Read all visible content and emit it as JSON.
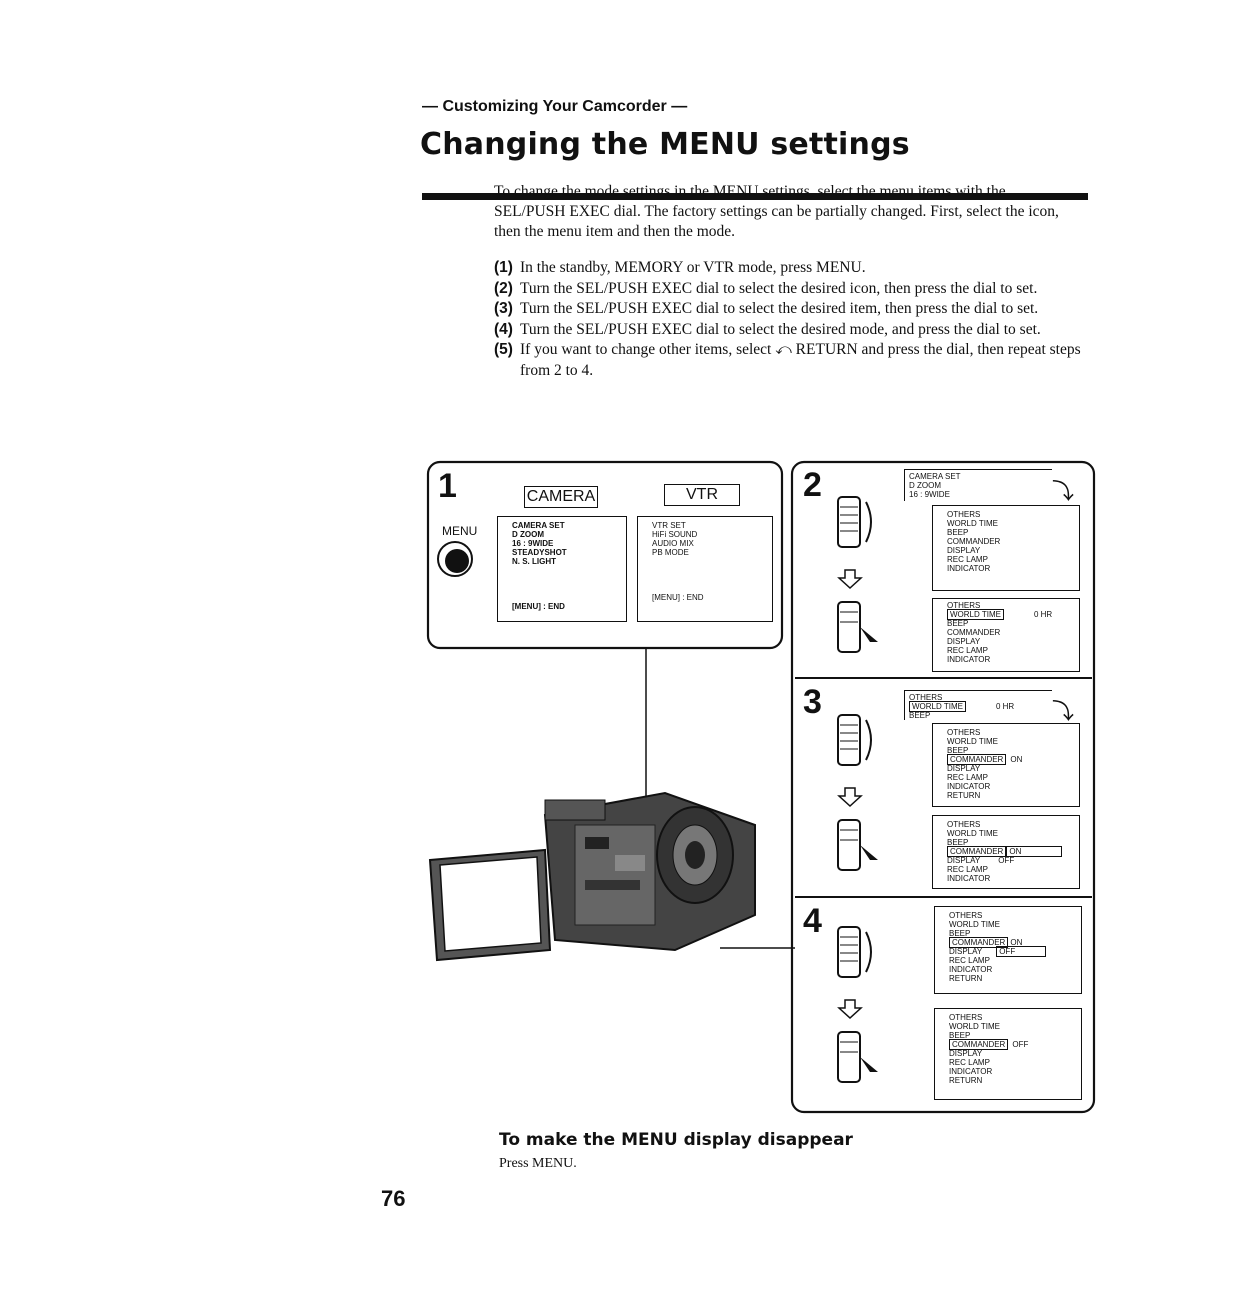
{
  "header": {
    "section": "— Customizing Your Camcorder —",
    "title": "Changing the MENU settings"
  },
  "intro": "To change the mode settings in the MENU settings, select the menu items with the SEL/PUSH EXEC dial. The factory settings can be partially changed. First, select the icon, then the menu item and then the mode.",
  "steps": [
    {
      "num": "(1)",
      "text": "In the standby, MEMORY or VTR mode, press MENU."
    },
    {
      "num": "(2)",
      "text": "Turn the SEL/PUSH EXEC dial to select the desired icon, then press the dial to set."
    },
    {
      "num": "(3)",
      "text": "Turn the SEL/PUSH EXEC dial to select the desired item, then press the dial to set."
    },
    {
      "num": "(4)",
      "text": "Turn the SEL/PUSH EXEC dial to select the desired mode, and press the dial to set."
    },
    {
      "num": "(5)",
      "text": "If you want to change other items, select ⤺ RETURN and press the dial, then repeat steps from 2 to 4."
    }
  ],
  "panel1": {
    "step": "1",
    "menu_label": "MENU",
    "camera_tab": "CAMERA",
    "vtr_tab": "VTR",
    "camera_screen": [
      "CAMERA SET",
      "D ZOOM",
      "16 : 9WIDE",
      "STEADYSHOT",
      "N. S. LIGHT",
      "[MENU] : END"
    ],
    "vtr_screen": [
      "VTR SET",
      "HiFi SOUND",
      "AUDIO MIX",
      "PB MODE",
      "[MENU] : END"
    ]
  },
  "panel2": {
    "step": "2",
    "screen_a": [
      "CAMERA SET",
      "D ZOOM",
      "16 : 9WIDE"
    ],
    "screen_b": [
      "OTHERS",
      "WORLD TIME",
      "BEEP",
      "COMMANDER",
      "DISPLAY",
      "REC LAMP",
      "INDICATOR"
    ],
    "screen_c": [
      "OTHERS",
      "WORLD TIME",
      "BEEP",
      "COMMANDER",
      "DISPLAY",
      "REC LAMP",
      "INDICATOR"
    ],
    "screen_c_value": "0 HR"
  },
  "panel3": {
    "step": "3",
    "screen_a": [
      "OTHERS",
      "WORLD TIME",
      "BEEP"
    ],
    "screen_a_value": "0 HR",
    "screen_b": [
      "OTHERS",
      "WORLD TIME",
      "BEEP",
      "COMMANDER",
      "DISPLAY",
      "REC LAMP",
      "INDICATOR",
      "RETURN"
    ],
    "screen_b_value": "ON",
    "screen_c": [
      "OTHERS",
      "WORLD TIME",
      "BEEP",
      "COMMANDER",
      "DISPLAY",
      "REC LAMP",
      "INDICATOR"
    ],
    "screen_c_values": [
      "ON",
      "OFF"
    ]
  },
  "panel4": {
    "step": "4",
    "screen_a": [
      "OTHERS",
      "WORLD TIME",
      "BEEP",
      "COMMANDER",
      "DISPLAY",
      "REC LAMP",
      "INDICATOR",
      "RETURN"
    ],
    "screen_a_values": [
      "ON",
      "OFF"
    ],
    "screen_b": [
      "OTHERS",
      "WORLD TIME",
      "BEEP",
      "COMMANDER",
      "DISPLAY",
      "REC LAMP",
      "INDICATOR",
      "RETURN"
    ],
    "screen_b_value": "OFF"
  },
  "footer": {
    "subheading": "To make the MENU display disappear",
    "subtext": "Press MENU.",
    "page_number": "76"
  }
}
